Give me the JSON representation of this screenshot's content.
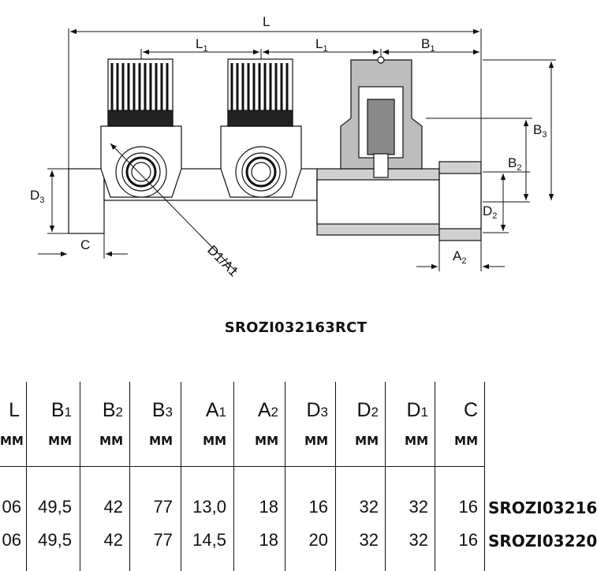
{
  "drawing": {
    "labels": {
      "L": "L",
      "L1a": "L",
      "L1a_sub": "1",
      "L1b": "L",
      "L1b_sub": "1",
      "B1": "B",
      "B1_sub": "1",
      "B2": "B",
      "B2_sub": "2",
      "B3": "B",
      "B3_sub": "3",
      "D2": "D",
      "D2_sub": "2",
      "D3": "D",
      "D3_sub": "3",
      "C": "C",
      "A2": "A",
      "A2_sub": "2",
      "D1A1": "D1/A1"
    }
  },
  "caption": "SROZI032163RCT",
  "table": {
    "columns": [
      {
        "symbol": "L",
        "sub": "",
        "unit": "MM"
      },
      {
        "symbol": "B",
        "sub": "1",
        "unit": "MM"
      },
      {
        "symbol": "B",
        "sub": "2",
        "unit": "MM"
      },
      {
        "symbol": "B",
        "sub": "3",
        "unit": "MM"
      },
      {
        "symbol": "A",
        "sub": "1",
        "unit": "MM"
      },
      {
        "symbol": "A",
        "sub": "2",
        "unit": "MM"
      },
      {
        "symbol": "D",
        "sub": "3",
        "unit": "MM"
      },
      {
        "symbol": "D",
        "sub": "2",
        "unit": "MM"
      },
      {
        "symbol": "D",
        "sub": "1",
        "unit": "MM"
      },
      {
        "symbol": "C",
        "sub": "",
        "unit": "MM"
      }
    ],
    "rows": [
      {
        "L": "06",
        "B1": "49,5",
        "B2": "42",
        "B3": "77",
        "A1": "13,0",
        "A2": "18",
        "D3": "16",
        "D2": "32",
        "D1": "32",
        "C": "16",
        "code": "SROZI03216"
      },
      {
        "L": "06",
        "B1": "49,5",
        "B2": "42",
        "B3": "77",
        "A1": "14,5",
        "A2": "18",
        "D3": "20",
        "D2": "32",
        "D1": "32",
        "C": "16",
        "code": "SROZI03220"
      }
    ]
  }
}
